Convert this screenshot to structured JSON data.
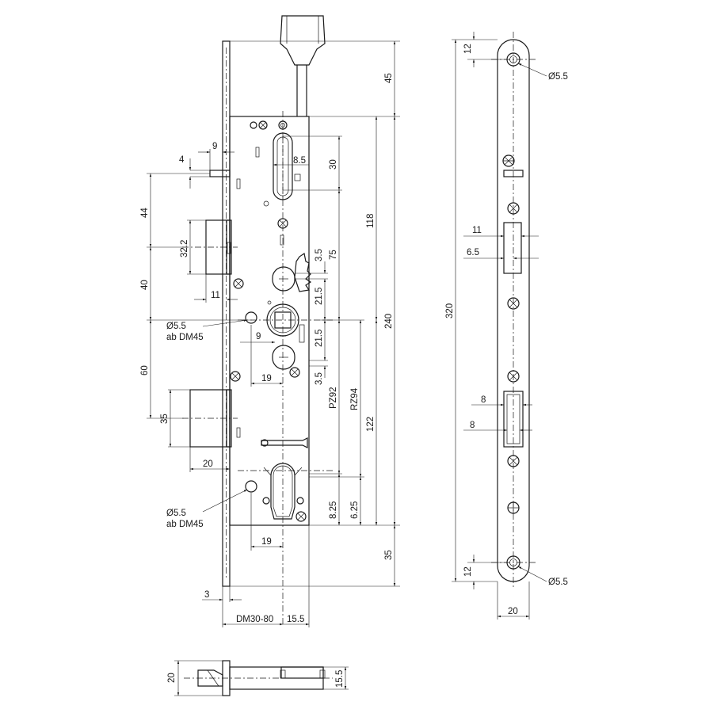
{
  "title": "",
  "dimensions": {
    "d9_top": "9",
    "d4": "4",
    "d44": "44",
    "d32_2": "32.2",
    "d11_left": "11",
    "d40": "40",
    "d60": "60",
    "d35_left": "35",
    "d20_left": "20",
    "d3": "3",
    "dm": "DM30-80",
    "d15_5_bottom": "15.5",
    "d8_5": "8.5",
    "d30": "30",
    "d3_5_top": "3.5",
    "d21_5_top": "21.5",
    "d75": "75",
    "d21_5_bottom": "21.5",
    "d3_5_bottom": "3.5",
    "d9_mid": "9",
    "d19_upper": "19",
    "d19_lower": "19",
    "pz92": "PZ92",
    "rz94": "RZ94",
    "d8_25": "8.25",
    "d6_25": "6.25",
    "d122": "122",
    "d118": "118",
    "d240": "240",
    "d45": "45",
    "d35_right": "35",
    "hole_top_1": "Ø5.5",
    "hole_top_2": "ab DM45",
    "hole_bot_1": "Ø5.5",
    "hole_bot_2": "ab DM45",
    "fp_12_top": "12",
    "fp_hole_top": "Ø5.5",
    "fp_11": "11",
    "fp_6_5": "6.5",
    "fp_320": "320",
    "fp_8_a": "8",
    "fp_8_b": "8",
    "fp_12_bot": "12",
    "fp_hole_bot": "Ø5.5",
    "fp_20": "20",
    "bv_20": "20",
    "bv_15_5": "15.5"
  }
}
